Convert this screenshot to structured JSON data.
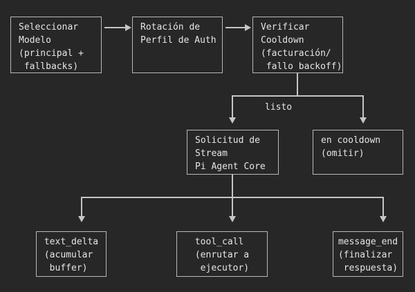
{
  "diagram": {
    "colors": {
      "background": "#272727",
      "border": "#b9b9b9",
      "text": "#e6e6e6",
      "line": "#c6c6c6"
    },
    "nodes": {
      "select_model": {
        "text": "Seleccionar\nModelo\n(principal +\n fallbacks)"
      },
      "auth_rotation": {
        "text": "Rotación de\nPerfil de Auth"
      },
      "check_cooldown": {
        "text": "Verificar\nCooldown\n(facturación/\n fallo backoff)"
      },
      "stream_request": {
        "text": "Solicitud de\nStream\nPi Agent Core"
      },
      "in_cooldown": {
        "text": "en cooldown\n(omitir)"
      },
      "text_delta": {
        "text": "text_delta\n(acumular\n buffer)"
      },
      "tool_call": {
        "text": "tool_call\n(enrutar a\n ejecutor)"
      },
      "message_end": {
        "text": "message_end\n(finalizar\n respuesta)"
      }
    },
    "edge_labels": {
      "ready": "listo"
    }
  }
}
